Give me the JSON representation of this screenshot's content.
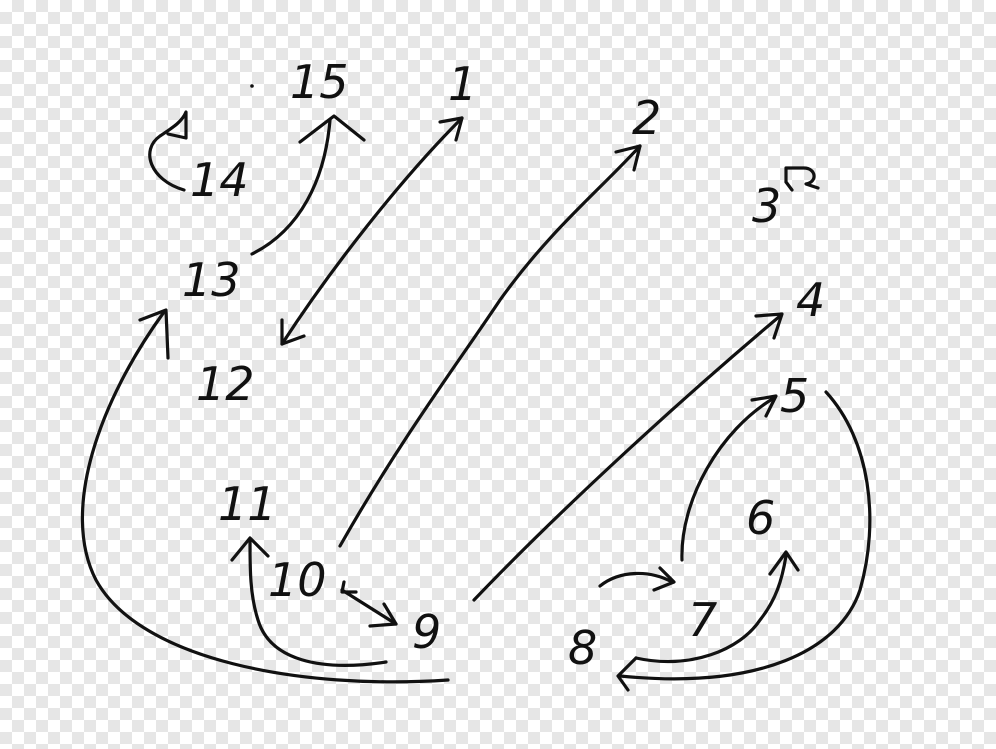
{
  "nodes": [
    {
      "id": "n1",
      "label": "1"
    },
    {
      "id": "n2",
      "label": "2"
    },
    {
      "id": "n3",
      "label": "3"
    },
    {
      "id": "n4",
      "label": "4"
    },
    {
      "id": "n5",
      "label": "5"
    },
    {
      "id": "n6",
      "label": "6"
    },
    {
      "id": "n7",
      "label": "7"
    },
    {
      "id": "n8",
      "label": "8"
    },
    {
      "id": "n9",
      "label": "9"
    },
    {
      "id": "n10",
      "label": "10"
    },
    {
      "id": "n11",
      "label": "11"
    },
    {
      "id": "n12",
      "label": "12"
    },
    {
      "id": "n13",
      "label": "13"
    },
    {
      "id": "n14",
      "label": "14"
    },
    {
      "id": "n15",
      "label": "15"
    }
  ],
  "edges": [
    {
      "from": "12",
      "to": "1",
      "bidirectional": true
    },
    {
      "from": "13",
      "to": "15"
    },
    {
      "from": "14",
      "to": "14",
      "self_loop": true
    },
    {
      "from": "3",
      "to": "3",
      "self_loop": true
    },
    {
      "from": "10",
      "to": "2"
    },
    {
      "from": "9",
      "to": "4"
    },
    {
      "from": "10",
      "to": "9",
      "bidirectional": true
    },
    {
      "from": "9",
      "to": "11"
    },
    {
      "from": "9",
      "to": "13"
    },
    {
      "from": "8",
      "to": "7"
    },
    {
      "from": "7",
      "to": "5"
    },
    {
      "from": "8",
      "to": "6"
    },
    {
      "from": "5",
      "to": "8"
    }
  ]
}
